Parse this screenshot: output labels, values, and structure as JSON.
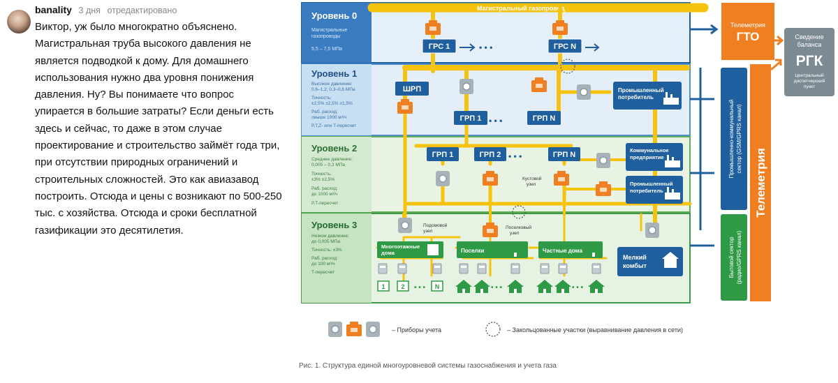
{
  "comment": {
    "author": "banality",
    "date": "3 дня",
    "edited": "отредактировано",
    "text": "Виктор, уж было многократно объяснено. Магистральная труба высокого давления не является подводкой к дому. Для домашнего использования нужно два уровня понижения давления. Ну? Вы понимаете что вопрос упирается в большие затраты? Если деньги есть здесь и сейчас, то даже в этом случае проектирование и строительство займёт года три, при отсутствии природных ограничений и строительных сложностей. Это как авиазавод построить. Отсюда и цены с возникают по 500-250 тыс. с хозяйства. Отсюда и сроки бесплатной газификации это десятилетия."
  },
  "diagram": {
    "colors": {
      "orange": "#f07f22",
      "blue": "#1f5f9e",
      "green": "#2f9a46",
      "yellow": "#f5c20d",
      "gray": "#7c8a94"
    },
    "levels": [
      {
        "title": "Уровень 0",
        "lines": [
          "Магистральные",
          "газопроводы",
          "5,5 – 7,5 МПа"
        ]
      },
      {
        "title": "Уровень 1",
        "lines": [
          "Высокое давление:",
          "0,6–1,2; 0,3–0,6 МПа",
          "Точность:",
          "±2,5% ±2,5% ±1,5%",
          "Раб. расход:",
          "свыше 1000 м³/ч",
          "P,T,Z- или T-пересчет"
        ]
      },
      {
        "title": "Уровень 2",
        "lines": [
          "Среднее давление:",
          "0,005 – 0,3 МПа",
          "Точность:",
          "±3% ±2,5%",
          "Раб. расход:",
          "до 1000 м³/ч",
          "P,T-пересчет"
        ]
      },
      {
        "title": "Уровень 3",
        "lines": [
          "Низкое давление:",
          "до 0,005 МПа",
          "Точность: ±3%",
          "Раб. расход:",
          "до 100 м³/ч",
          "T-пересчет"
        ]
      }
    ],
    "main_pipeline": "Магистральный газопровод",
    "grs1": "ГРС 1",
    "grsN": "ГРС N",
    "shrp": "ШРП",
    "grp1": "ГРП 1",
    "grp2": "ГРП 2",
    "grpN": "ГРП N",
    "dots": "• • •",
    "industrial_1": [
      "Промышленный",
      "потребитель"
    ],
    "municipal": [
      "Коммунальное",
      "предприятие"
    ],
    "industrial_2": [
      "Промышленный",
      "потребитель"
    ],
    "cluster_node": [
      "Кустовой",
      "узел"
    ],
    "entrance_node": [
      "Подомовой",
      "узел"
    ],
    "settlement_node": [
      "Поселковый",
      "узел"
    ],
    "apartment_houses": [
      "Многоэтажные",
      "дома"
    ],
    "villages": "Поселки",
    "private_houses": "Частные дома",
    "small_consumer": [
      "Мелкий",
      "комбыт"
    ],
    "flats": [
      "1",
      "2",
      "N"
    ],
    "telemetry_gto_title": "Телеметрия",
    "telemetry_gto": "ГТО",
    "rgk_title": [
      "Сведение",
      "баланса"
    ],
    "rgk": "РГК",
    "rgk_sub": [
      "Центральный",
      "диспетчерский",
      "пункт"
    ],
    "municipal_sector": [
      "Промышленно-коммунальный",
      "сектор (GSM/GPRS канал)"
    ],
    "household_sector": [
      "Бытовой сектор",
      "(радио/GPRS канал)"
    ],
    "telemetry_vertical": "Телеметрия",
    "legend_meters": "– Приборы учета",
    "legend_loops": "– Закольцованные участки (выравнивание давления в сети)",
    "caption": "Рис. 1. Структура единой многоуровневой системы газоснабжения и учета газа"
  }
}
